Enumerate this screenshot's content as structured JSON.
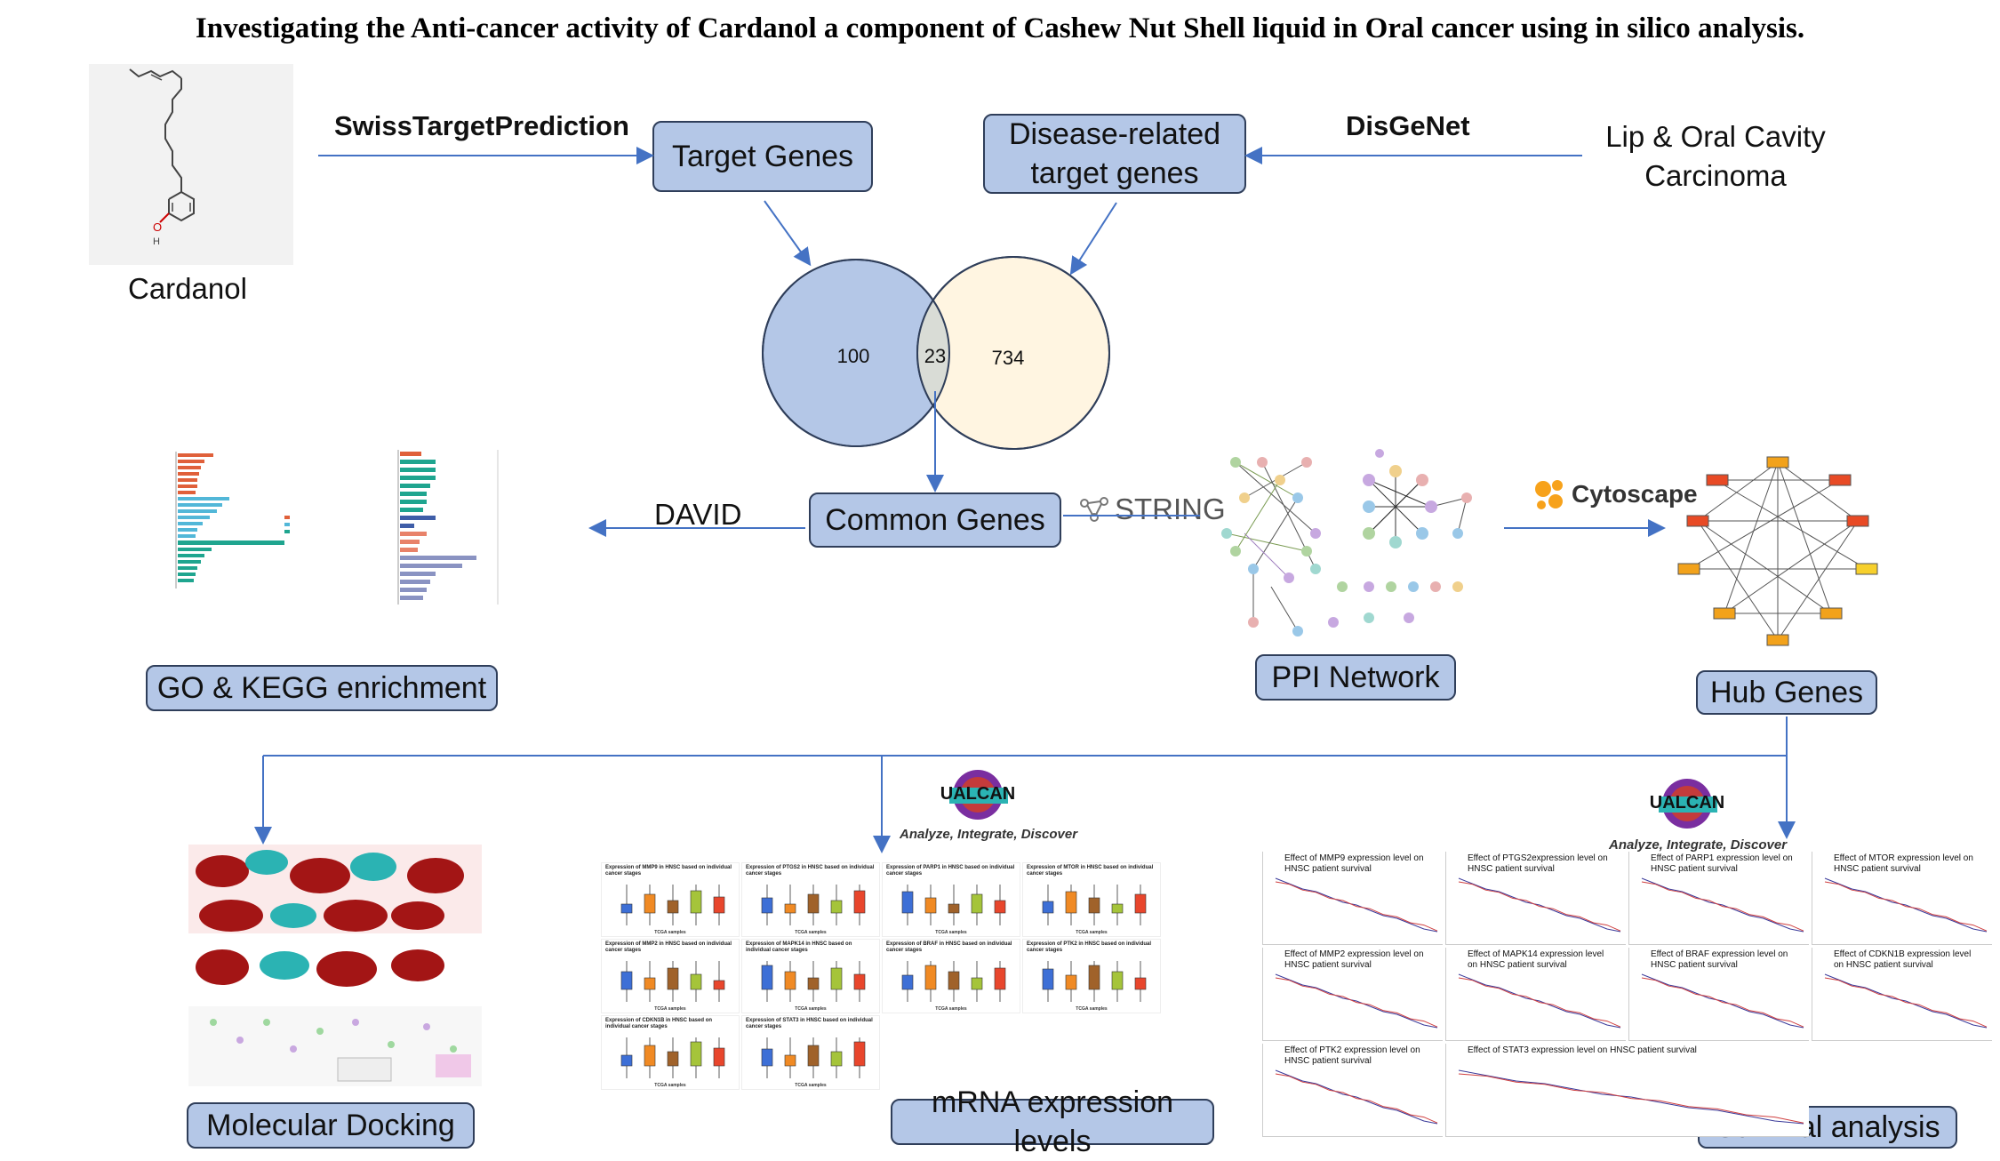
{
  "title": "Investigating the Anti-cancer activity of Cardanol a component of Cashew Nut Shell liquid in Oral cancer using in silico analysis.",
  "compound": {
    "name": "Cardanol",
    "atom_label": "O",
    "h_label": "H"
  },
  "boxes": {
    "target_genes": "Target Genes",
    "disease_genes_l1": "Disease-related",
    "disease_genes_l2": "target genes",
    "common_genes": "Common Genes",
    "go_kegg": "GO & KEGG enrichment",
    "ppi": "PPI Network",
    "hub": "Hub Genes",
    "docking": "Molecular Docking",
    "mrna": "mRNA expression levels",
    "survival": "Survival analysis"
  },
  "labels": {
    "swiss": "SwissTargetPrediction",
    "disgenet": "DisGeNet",
    "disease_l1": "Lip & Oral Cavity",
    "disease_l2": "Carcinoma",
    "david": "DAVID",
    "string": "STRING",
    "cytoscape": "Cytoscape"
  },
  "venn": {
    "left_only": "100",
    "overlap": "23",
    "right_only": "734"
  },
  "colors": {
    "box_fill": "#b4c7e7",
    "box_border": "#2f3e5a",
    "arrow": "#4472c4",
    "venn_left": "#b4c7e7",
    "venn_right": "#fff5e1"
  },
  "ualcan": {
    "name": "UALCAN",
    "tagline": "Analyze, Integrate, Discover"
  },
  "survival_titles": [
    "Effect of MMP9 expression level on HNSC patient survival",
    "Effect of PTGS2expression level on HNSC patient survival",
    "Effect of PARP1 expression level on HNSC patient survival",
    "Effect of MTOR expression level on HNSC patient survival",
    "Effect of MMP2 expression level on HNSC patient survival",
    "Effect of MAPK14 expression level on HNSC patient survival",
    "Effect of BRAF expression level on HNSC patient survival",
    "Effect of CDKN1B expression level on HNSC patient survival",
    "Effect of PTK2 expression level on HNSC patient survival",
    "Effect of STAT3 expression level on HNSC patient survival"
  ],
  "mrna_titles": [
    "Expression of MMP9 in HNSC based on individual cancer stages",
    "Expression of PTGS2 in HNSC based on individual cancer stages",
    "Expression of PARP1 in HNSC based on individual cancer stages",
    "Expression of MTOR in HNSC based on individual cancer stages",
    "Expression of MMP2 in HNSC based on individual cancer stages",
    "Expression of MAPK14 in HNSC based on individual cancer stages",
    "Expression of BRAF in HNSC based on individual cancer stages",
    "Expression of PTK2 in HNSC based on individual cancer stages",
    "Expression of CDKN1B in HNSC based on individual cancer stages",
    "Expression of STAT3 in HNSC based on individual cancer stages"
  ],
  "mrna_xlabel": "TCGA samples"
}
